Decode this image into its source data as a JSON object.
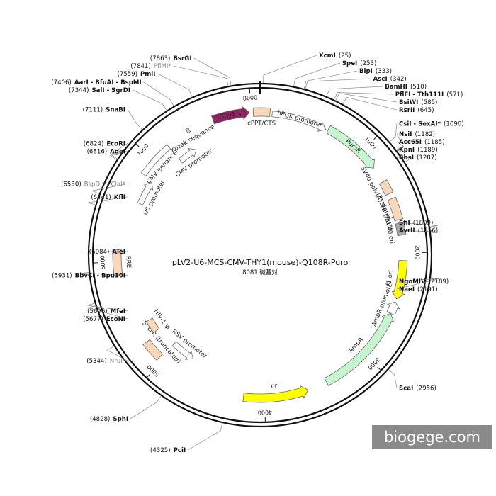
{
  "plasmid": {
    "name": "pLV2-U6-MCS-CMV-THY1(mouse)-Q108R-Puro",
    "size_label": "8081 碱基对",
    "length": 8081
  },
  "ticks": [
    {
      "pos": 1000,
      "label": "1000"
    },
    {
      "pos": 2000,
      "label": "2000"
    },
    {
      "pos": 3000,
      "label": "3000"
    },
    {
      "pos": 4000,
      "label": "4000"
    },
    {
      "pos": 5000,
      "label": "5000"
    },
    {
      "pos": 6000,
      "label": "6000"
    },
    {
      "pos": 7000,
      "label": "7000"
    },
    {
      "pos": 8000,
      "label": "8000"
    }
  ],
  "features": [
    {
      "name": "Thy1.1",
      "type": "cds",
      "start": 7650,
      "end": 7985,
      "strand": 1,
      "color": "#8e2561",
      "label_inside": true
    },
    {
      "name": "cPPT/CTS",
      "type": "misc",
      "start": 8020,
      "end": 90,
      "strand": 0,
      "color": "#f9d7b9"
    },
    {
      "name": "hPGK promoter",
      "type": "promoter",
      "start": 110,
      "end": 620,
      "strand": 1,
      "color": "#ffffff",
      "label_inside": true
    },
    {
      "name": "PuroR",
      "type": "cds",
      "start": 640,
      "end": 1180,
      "strand": 1,
      "color": "#c6f5cf",
      "label_inside": true
    },
    {
      "name": "SV40 poly(A) signal",
      "type": "misc",
      "start": 1330,
      "end": 1450,
      "strand": 0,
      "color": "#f9d7b9"
    },
    {
      "name": "3' LTR (ΔU3)",
      "type": "ltr",
      "start": 1500,
      "end": 1700,
      "strand": 0,
      "color": "#f9d7b9"
    },
    {
      "name": "SV40 ori",
      "type": "origin",
      "start": 1730,
      "end": 1840,
      "strand": 0,
      "color": "#aaaaaa"
    },
    {
      "name": "f1 ori",
      "type": "origin",
      "start": 2070,
      "end": 2420,
      "strand": 1,
      "color": "#ffff00"
    },
    {
      "name": "AmpR promoter",
      "type": "promoter",
      "start": 2450,
      "end": 2560,
      "strand": -1,
      "color": "#ffffff"
    },
    {
      "name": "AmpR",
      "type": "cds",
      "start": 2560,
      "end": 3420,
      "strand": -1,
      "color": "#c6f5cf"
    },
    {
      "name": "ori",
      "type": "origin",
      "start": 3600,
      "end": 4190,
      "strand": -1,
      "color": "#ffff00"
    },
    {
      "name": "RSV promoter",
      "type": "promoter",
      "start": 4780,
      "end": 5030,
      "strand": -1,
      "color": "#ffffff"
    },
    {
      "name": "5' LTR (truncated)",
      "type": "ltr",
      "start": 5040,
      "end": 5220,
      "strand": 0,
      "color": "#f9d7b9"
    },
    {
      "name": "HIV-1 Ψ",
      "type": "misc",
      "start": 5250,
      "end": 5380,
      "strand": 0,
      "color": "#f9d7b9"
    },
    {
      "name": "RRE",
      "type": "misc",
      "start": 5880,
      "end": 6110,
      "strand": 0,
      "color": "#f9d7b9"
    },
    {
      "name": "U6 promoter",
      "type": "promoter",
      "start": 6580,
      "end": 6820,
      "strand": 1,
      "color": "#ffffff"
    },
    {
      "name": "CMV enhancer",
      "type": "enhancer",
      "start": 6840,
      "end": 7180,
      "strand": 0,
      "color": "#ffffff"
    },
    {
      "name": "CMV promoter",
      "type": "promoter",
      "start": 7180,
      "end": 7380,
      "strand": 1,
      "color": "#ffffff"
    },
    {
      "name": "Kozak sequence",
      "type": "misc",
      "start": 7395,
      "end": 7420,
      "strand": 0,
      "color": "#dddddd"
    }
  ],
  "sites": [
    {
      "name": "XcmI",
      "pos": 25,
      "label": "(25)",
      "muted": false
    },
    {
      "name": "SpeI",
      "pos": 253,
      "label": "(253)",
      "muted": false
    },
    {
      "name": "BlpI",
      "pos": 333,
      "label": "(333)",
      "muted": false
    },
    {
      "name": "AscI",
      "pos": 342,
      "label": "(342)",
      "muted": false
    },
    {
      "name": "BamHI",
      "pos": 510,
      "label": "(510)",
      "muted": false
    },
    {
      "name": "PflFI - Tth111I",
      "pos": 571,
      "label": "(571)",
      "muted": false
    },
    {
      "name": "BsiWI",
      "pos": 585,
      "label": "(585)",
      "muted": false
    },
    {
      "name": "RsrII",
      "pos": 645,
      "label": "(645)",
      "muted": false
    },
    {
      "name": "CsiI - SexAI*",
      "pos": 1096,
      "label": "(1096)",
      "muted_part": "SexAI*",
      "muted": false
    },
    {
      "name": "NsiI",
      "pos": 1182,
      "label": "(1182)",
      "muted": false
    },
    {
      "name": "Acc65I",
      "pos": 1185,
      "label": "(1185)",
      "muted": false
    },
    {
      "name": "KpnI",
      "pos": 1189,
      "label": "(1189)",
      "muted": false
    },
    {
      "name": "BbsI",
      "pos": 1287,
      "label": "(1287)",
      "muted": false
    },
    {
      "name": "SfiI",
      "pos": 1809,
      "label": "(1809)",
      "muted": false
    },
    {
      "name": "AvrII",
      "pos": 1856,
      "label": "(1856)",
      "muted": false
    },
    {
      "name": "NgoMIV",
      "pos": 2189,
      "label": "(2189)",
      "muted": false
    },
    {
      "name": "NaeI",
      "pos": 2191,
      "label": "(2191)",
      "muted": false
    },
    {
      "name": "ScaI",
      "pos": 2956,
      "label": "(2956)",
      "muted": false
    },
    {
      "name": "PciI",
      "pos": 4325,
      "label": "(4325)",
      "muted": false
    },
    {
      "name": "SphI",
      "pos": 4828,
      "label": "(4828)",
      "muted": false
    },
    {
      "name": "NruI*",
      "pos": 5344,
      "label": "(5344)",
      "muted": true
    },
    {
      "name": "EcoNI",
      "pos": 5677,
      "label": "(5677)",
      "muted": false
    },
    {
      "name": "MfeI",
      "pos": 5696,
      "label": "(5696)",
      "muted": false
    },
    {
      "name": "BbvCI - Bpu10I",
      "pos": 5931,
      "label": "(5931)",
      "muted": false
    },
    {
      "name": "AleI",
      "pos": 6084,
      "label": "(6084)",
      "muted": false
    },
    {
      "name": "KflI",
      "pos": 6441,
      "label": "(6441)",
      "muted": false
    },
    {
      "name": "BspDI* - ClaI*",
      "pos": 6530,
      "label": "(6530)",
      "muted": true
    },
    {
      "name": "AgeI",
      "pos": 6816,
      "label": "(6816)",
      "muted": false
    },
    {
      "name": "EcoRI",
      "pos": 6824,
      "label": "(6824)",
      "muted": false
    },
    {
      "name": "SnaBI",
      "pos": 7111,
      "label": "(7111)",
      "muted": false
    },
    {
      "name": "SalI - SgrDI",
      "pos": 7344,
      "label": "(7344)",
      "muted": false
    },
    {
      "name": "AarI - BfuAI - BspMI",
      "pos": 7406,
      "label": "(7406)",
      "muted": false
    },
    {
      "name": "PmlI",
      "pos": 7559,
      "label": "(7559)",
      "muted": false
    },
    {
      "name": "PflMI*",
      "pos": 7841,
      "label": "(7841)",
      "muted": true
    },
    {
      "name": "BsrGI",
      "pos": 7863,
      "label": "(7863)",
      "muted": false
    }
  ],
  "watermark": "biogege.com"
}
